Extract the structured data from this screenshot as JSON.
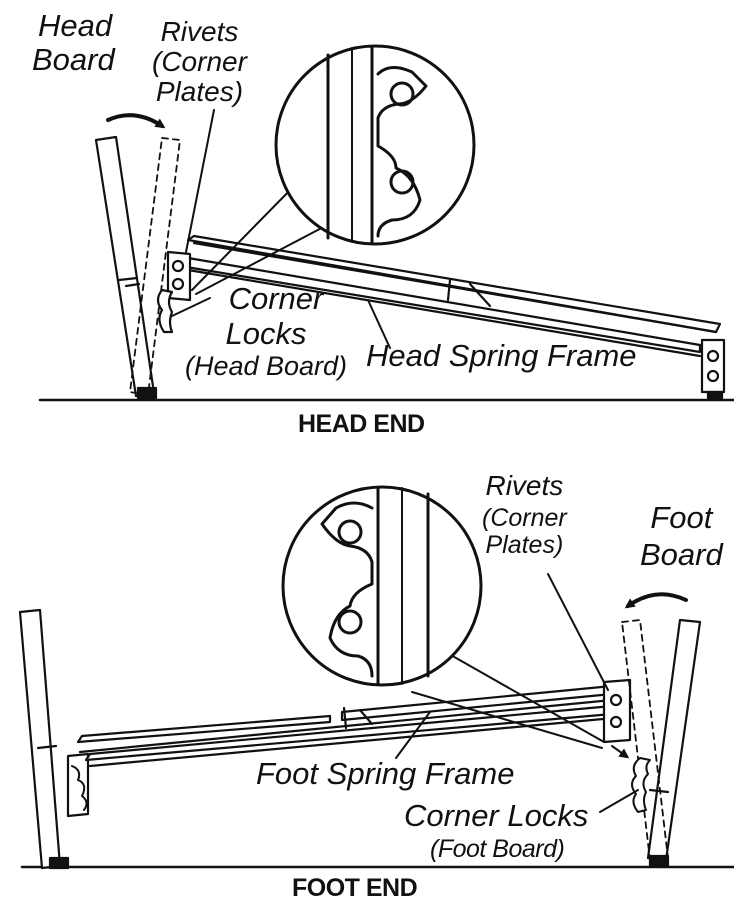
{
  "head_end": {
    "title": "HEAD END",
    "labels": {
      "head_board_1": "Head",
      "head_board_2": "Board",
      "rivets_1": "Rivets",
      "rivets_2": "(Corner",
      "rivets_3": "Plates)",
      "corner_locks_1": "Corner",
      "corner_locks_2": "Locks",
      "corner_locks_3": "(Head Board)",
      "spring_frame": "Head Spring Frame"
    }
  },
  "foot_end": {
    "title": "FOOT END",
    "labels": {
      "rivets_1": "Rivets",
      "rivets_2": "(Corner",
      "rivets_3": "Plates)",
      "foot_board_1": "Foot",
      "foot_board_2": "Board",
      "spring_frame": "Foot Spring Frame",
      "corner_locks_1": "Corner Locks",
      "corner_locks_2": "(Foot Board)"
    }
  },
  "colors": {
    "ink": "#111111",
    "paper": "#ffffff"
  }
}
